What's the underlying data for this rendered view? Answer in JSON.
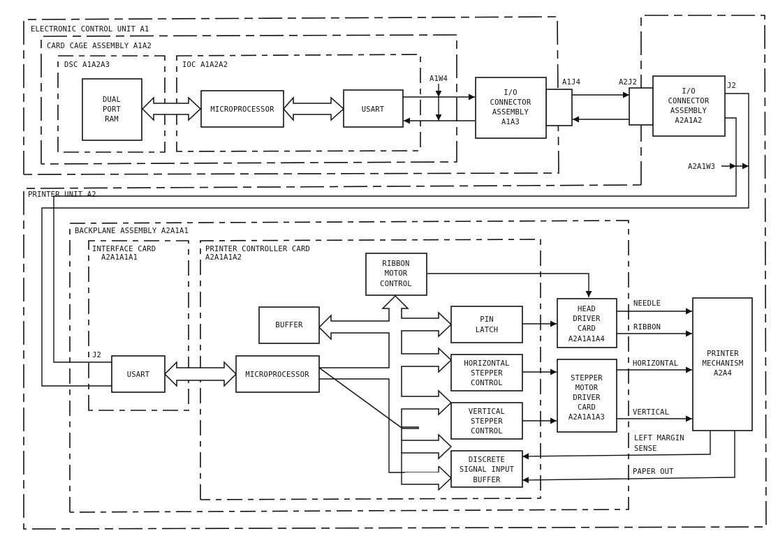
{
  "title": "Printer system functional block diagram",
  "enclosures": {
    "ecu": "ELECTRONIC CONTROL UNIT A1",
    "card_cage": "CARD CAGE ASSEMBLY A1A2",
    "dsc": "DSC A1A2A3",
    "ioc": "IOC A1A2A2",
    "printer_unit": "PRINTER UNIT A2",
    "backplane": "BACKPLANE ASSEMBLY A2A1A1",
    "interface_card": [
      "INTERFACE CARD",
      "A2A1A1A1"
    ],
    "printer_controller": [
      "PRINTER CONTROLLER CARD",
      "A2A1A1A2"
    ]
  },
  "blocks": {
    "dual_port_ram": [
      "DUAL",
      "PORT",
      "RAM"
    ],
    "ioc_microprocessor": [
      "MICROPROCESSOR"
    ],
    "ioc_usart": [
      "USART"
    ],
    "io_conn_a1a3": [
      "I/O",
      "CONNECTOR",
      "ASSEMBLY",
      "A1A3"
    ],
    "io_conn_a2a1a2": [
      "I/O",
      "CONNECTOR",
      "ASSEMBLY",
      "A2A1A2"
    ],
    "if_usart": [
      "USART"
    ],
    "pc_microprocessor": [
      "MICROPROCESSOR"
    ],
    "buffer": [
      "BUFFER"
    ],
    "ribbon_motor_control": [
      "RIBBON",
      "MOTOR",
      "CONTROL"
    ],
    "pin_latch": [
      "PIN",
      "LATCH"
    ],
    "horizontal_stepper": [
      "HORIZONTAL",
      "STEPPER",
      "CONTROL"
    ],
    "vertical_stepper": [
      "VERTICAL",
      "STEPPER",
      "CONTROL"
    ],
    "discrete_input": [
      "DISCRETE",
      "SIGNAL INPUT",
      "BUFFER"
    ],
    "head_driver": [
      "HEAD",
      "DRIVER",
      "CARD",
      "A2A1A1A4"
    ],
    "stepper_driver": [
      "STEPPER",
      "MOTOR",
      "DRIVER",
      "CARD",
      "A2A1A1A3"
    ],
    "printer_mechanism": [
      "PRINTER",
      "MECHANISM",
      "A2A4"
    ]
  },
  "connectors": {
    "a1w4": "A1W4",
    "a1j4": "A1J4",
    "a2j2": "A2J2",
    "j2_top": "J2",
    "a2a1w3": "A2A1W3",
    "j2_if": "J2"
  },
  "signals": {
    "needle": "NEEDLE",
    "ribbon": "RIBBON",
    "horizontal": "HORIZONTAL",
    "vertical": "VERTICAL",
    "left_margin": [
      "LEFT MARGIN",
      "SENSE"
    ],
    "paper_out": "PAPER OUT"
  }
}
